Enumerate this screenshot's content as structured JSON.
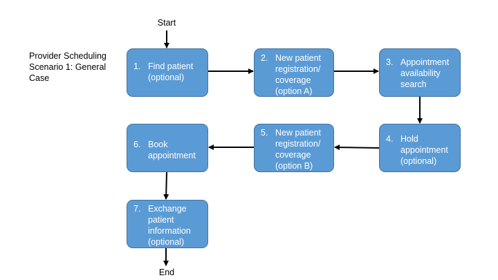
{
  "title_lines": [
    "Provider Scheduling",
    "Scenario 1: General",
    "Case"
  ],
  "start_label": "Start",
  "end_label": "End",
  "steps": [
    {
      "num": "1.",
      "lines": [
        "Find patient",
        "(optional)"
      ]
    },
    {
      "num": "2.",
      "lines": [
        "New patient",
        "registration/",
        "coverage",
        "(option A)"
      ]
    },
    {
      "num": "3.",
      "lines": [
        "Appointment",
        "availability",
        "search"
      ]
    },
    {
      "num": "4.",
      "lines": [
        "Hold",
        "appointment",
        "(optional)"
      ]
    },
    {
      "num": "5.",
      "lines": [
        "New patient",
        "registration/",
        "coverage",
        "(option B)"
      ]
    },
    {
      "num": "6.",
      "lines": [
        "Book",
        "appointment"
      ]
    },
    {
      "num": "7.",
      "lines": [
        "Exchange",
        "patient",
        "information",
        "(optional)"
      ]
    }
  ],
  "colors": {
    "box_fill": "#5b9bd5",
    "box_border": "#41719c",
    "box_text": "#ffffff",
    "arrow": "#000000"
  }
}
